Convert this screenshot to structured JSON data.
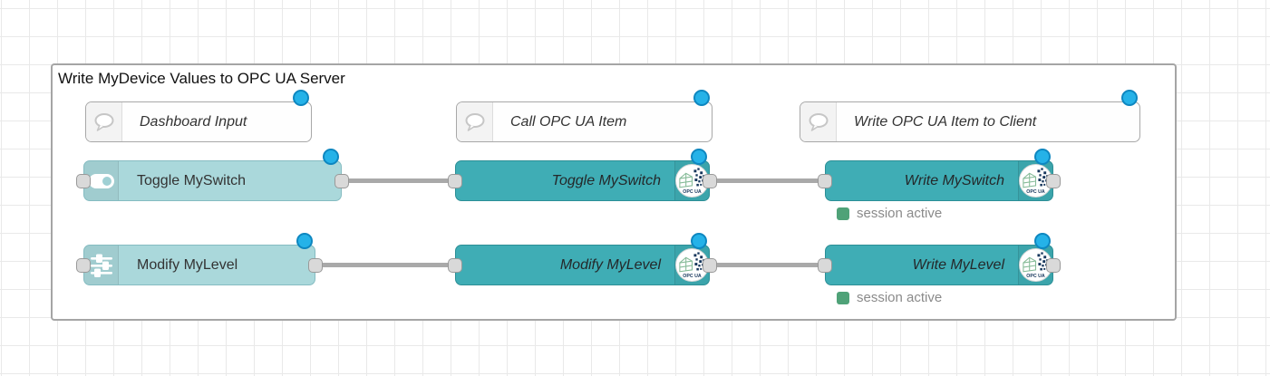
{
  "colors": {
    "opcua-teal": "#3fadb5",
    "dashboard-teal": "#aad8db",
    "changed-dot": "#25b2e8",
    "status-green": "#4fa278",
    "wire-gray": "#a9a9a9",
    "grid-line": "#e9e9e9"
  },
  "group": {
    "title": "Write MyDevice Values to OPC UA Server"
  },
  "comments": [
    {
      "label": "Dashboard Input"
    },
    {
      "label": "Call OPC UA Item"
    },
    {
      "label": "Write OPC UA Item to Client"
    }
  ],
  "nodes": {
    "toggle_ui": {
      "label": "Toggle MySwitch"
    },
    "modify_ui": {
      "label": "Modify MyLevel"
    },
    "toggle_opcua": {
      "label": "Toggle MySwitch"
    },
    "modify_opcua": {
      "label": "Modify MyLevel"
    },
    "write_switch": {
      "label": "Write MySwitch",
      "status": "session active"
    },
    "write_level": {
      "label": "Write MyLevel",
      "status": "session active"
    }
  },
  "icons": {
    "opcua_text": "OPC UA"
  }
}
